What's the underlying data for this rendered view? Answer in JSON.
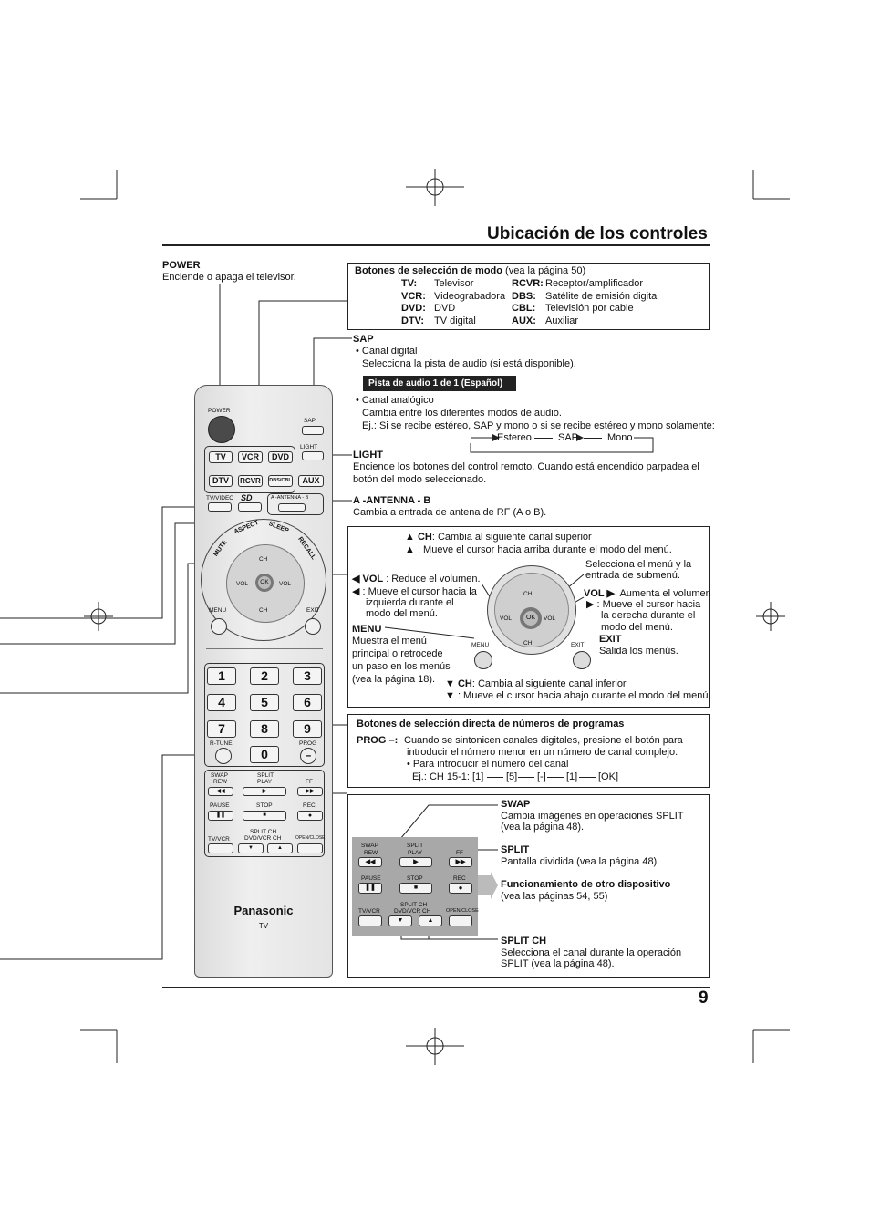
{
  "page": {
    "title": "Ubicación de los controles",
    "number": "9"
  },
  "power": {
    "heading": "POWER",
    "text": "Enciende o apaga el televisor."
  },
  "modes": {
    "heading": "Botones de selección de modo",
    "ref": "(vea la página 50)",
    "rows": [
      {
        "k1": "TV:",
        "v1": "Televisor",
        "k2": "RCVR:",
        "v2": "Receptor/amplificador"
      },
      {
        "k1": "VCR:",
        "v1": "Videograbadora",
        "k2": "DBS:",
        "v2": "Satélite de emisión digital"
      },
      {
        "k1": "DVD:",
        "v1": "DVD",
        "k2": "CBL:",
        "v2": "Televisión por cable"
      },
      {
        "k1": "DTV:",
        "v1": "TV digital",
        "k2": "AUX:",
        "v2": "Auxiliar"
      }
    ]
  },
  "sap": {
    "heading": "SAP",
    "digital": "• Canal digital",
    "digital_text": "Selecciona la pista de audio (si está disponible).",
    "tag": "Pista de audio 1 de 1 (Español)",
    "analog": "• Canal analógico",
    "analog_text": "Cambia entre los diferentes modos de audio.",
    "example": "Ej.: Si se recibe estéreo, SAP y mono o si se recibe estéreo y mono solamente:",
    "flow": [
      "Estereo",
      "SAP",
      "Mono"
    ]
  },
  "light": {
    "heading": "LIGHT",
    "text1": "Enciende los botones del control remoto. Cuando está encendido parpadea el",
    "text2": "botón del modo seleccionado."
  },
  "antenna": {
    "heading": "A -ANTENNA - B",
    "text": "Cambia a entrada de antena de RF (A o B)."
  },
  "nav": {
    "ch_up_h": "▲ CH",
    "ch_up": ": Cambia al siguiente canal superior",
    "up": "▲ : Mueve el cursor hacia arriba durante el modo del menú.",
    "ok": [
      "Selecciona el menú y la",
      "entrada de submenú."
    ],
    "vol_down_h": "◀ VOL",
    "vol_down": " : Reduce el volumen.",
    "left": [
      "◀ : Mueve el cursor hacia la",
      "izquierda durante el",
      "modo del menú."
    ],
    "vol_up_h": "VOL ▶",
    "vol_up": ": Aumenta el volumen",
    "right": [
      "▶ : Mueve el cursor hacia",
      "la derecha durante el",
      "modo del menú."
    ],
    "menu_h": "MENU",
    "menu": [
      "Muestra el menú",
      "principal o retrocede",
      "un paso en los menús",
      "(vea la página 18)."
    ],
    "exit_h": "EXIT",
    "exit": "Salida los menús.",
    "ch_down_h": "▼ CH",
    "ch_down": ": Cambia al siguiente canal inferior",
    "down": "▼ : Mueve el cursor hacia abajo durante el modo del menú.",
    "diagram": {
      "ch": "CH",
      "vol": "VOL",
      "ok": "OK",
      "menu": "MENU",
      "exit": "EXIT"
    }
  },
  "direct": {
    "heading": "Botones de selección directa de números de programas",
    "prog_h": "PROG –:",
    "prog1": "Cuando se sintonicen canales digitales, presione el botón para",
    "prog2": "introducir el número menor en un número de canal complejo.",
    "prog3": "• Para introducir el número del canal",
    "example": "Ej.: CH 15-1: [1]",
    "seq": [
      "[5]",
      "[-]",
      "[1]",
      "[OK]"
    ]
  },
  "swap": {
    "swap_h": "SWAP",
    "swap1": "Cambia imágenes en operaciones SPLIT",
    "swap2": "(vea la página 48).",
    "split_h": "SPLIT",
    "split": "Pantalla dividida (vea la página 48)",
    "other_h": "Funcionamiento de otro dispositivo",
    "other": "(vea las páginas 54, 55)",
    "splitch_h": "SPLIT CH",
    "splitch1": "Selecciona el canal durante la operación",
    "splitch2": "SPLIT (vea la página 48).",
    "panel": {
      "swap": "SWAP",
      "rew": "REW",
      "split": "SPLIT",
      "play": "PLAY",
      "ff": "FF",
      "pause": "PAUSE",
      "stop": "STOP",
      "rec": "REC",
      "splitch": "SPLIT CH",
      "dvdvcr": "DVD/VCR CH",
      "tvvcr": "TV/VCR",
      "open": "OPEN/CLOSE"
    }
  },
  "remote": {
    "power": "POWER",
    "sap": "SAP",
    "light": "LIGHT",
    "modes": [
      "TV",
      "VCR",
      "DVD",
      "DTV",
      "RCVR",
      "DBS/CBL",
      "AUX"
    ],
    "tvvideo": "TV/VIDEO",
    "sd": "SD",
    "antenna": "A -ANTENNA - B",
    "mute": "MUTE",
    "aspect": "ASPECT",
    "sleep": "SLEEP",
    "recall": "RECALL",
    "ch": "CH",
    "vol": "VOL",
    "ok": "OK",
    "menu": "MENU",
    "exit": "EXIT",
    "digits": [
      "1",
      "2",
      "3",
      "4",
      "5",
      "6",
      "7",
      "8",
      "9",
      "0"
    ],
    "rtune": "R-TUNE",
    "prog": "PROG",
    "swap": "SWAP",
    "rew": "REW",
    "split": "SPLIT",
    "play": "PLAY",
    "ff": "FF",
    "pause": "PAUSE",
    "stop": "STOP",
    "rec": "REC",
    "splitch": "SPLIT CH",
    "dvdvcr": "DVD/VCR CH",
    "tvvcr": "TV/VCR",
    "open": "OPEN/CLOSE",
    "brand": "Panasonic",
    "model": "TV"
  }
}
